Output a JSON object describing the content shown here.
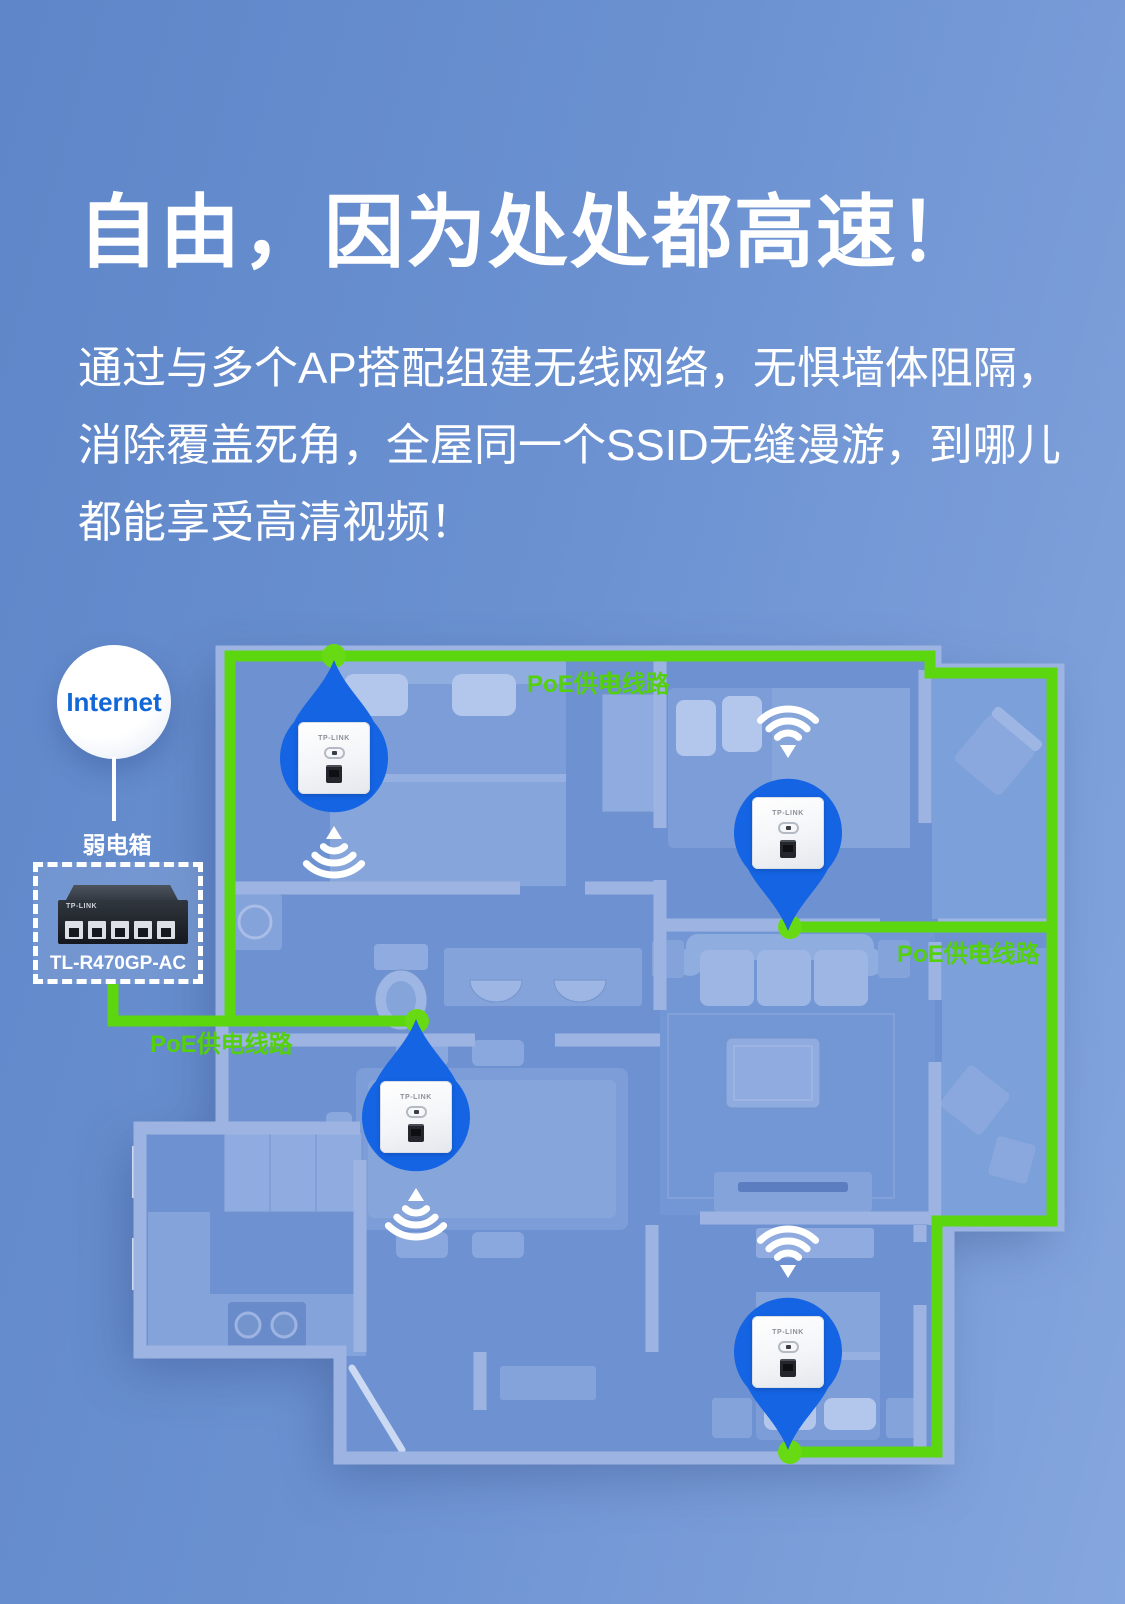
{
  "hero": {
    "title": "自由，因为处处都高速！",
    "intro_lines": [
      "通过与多个AP搭配组建无线网络，无惧墙体阻隔，",
      "消除覆盖死角，全屋同一个SSID无缝漫游，到哪儿",
      "都能享受高清视频！"
    ]
  },
  "diagram": {
    "internet_label": "Internet",
    "switch": {
      "location_label": "弱电箱",
      "brand": "TP-LINK",
      "model": "TL-R470GP-AC"
    },
    "poe_label": "PoE供电线路",
    "ap_brand": "TP-LINK",
    "access_point_count": "4",
    "colors": {
      "poe_line": "#5cd60f",
      "poe_node": "#68da14",
      "pin_blue": "#1464e4",
      "internet_text": "#1166d8",
      "label_green": "#54d00c"
    }
  }
}
